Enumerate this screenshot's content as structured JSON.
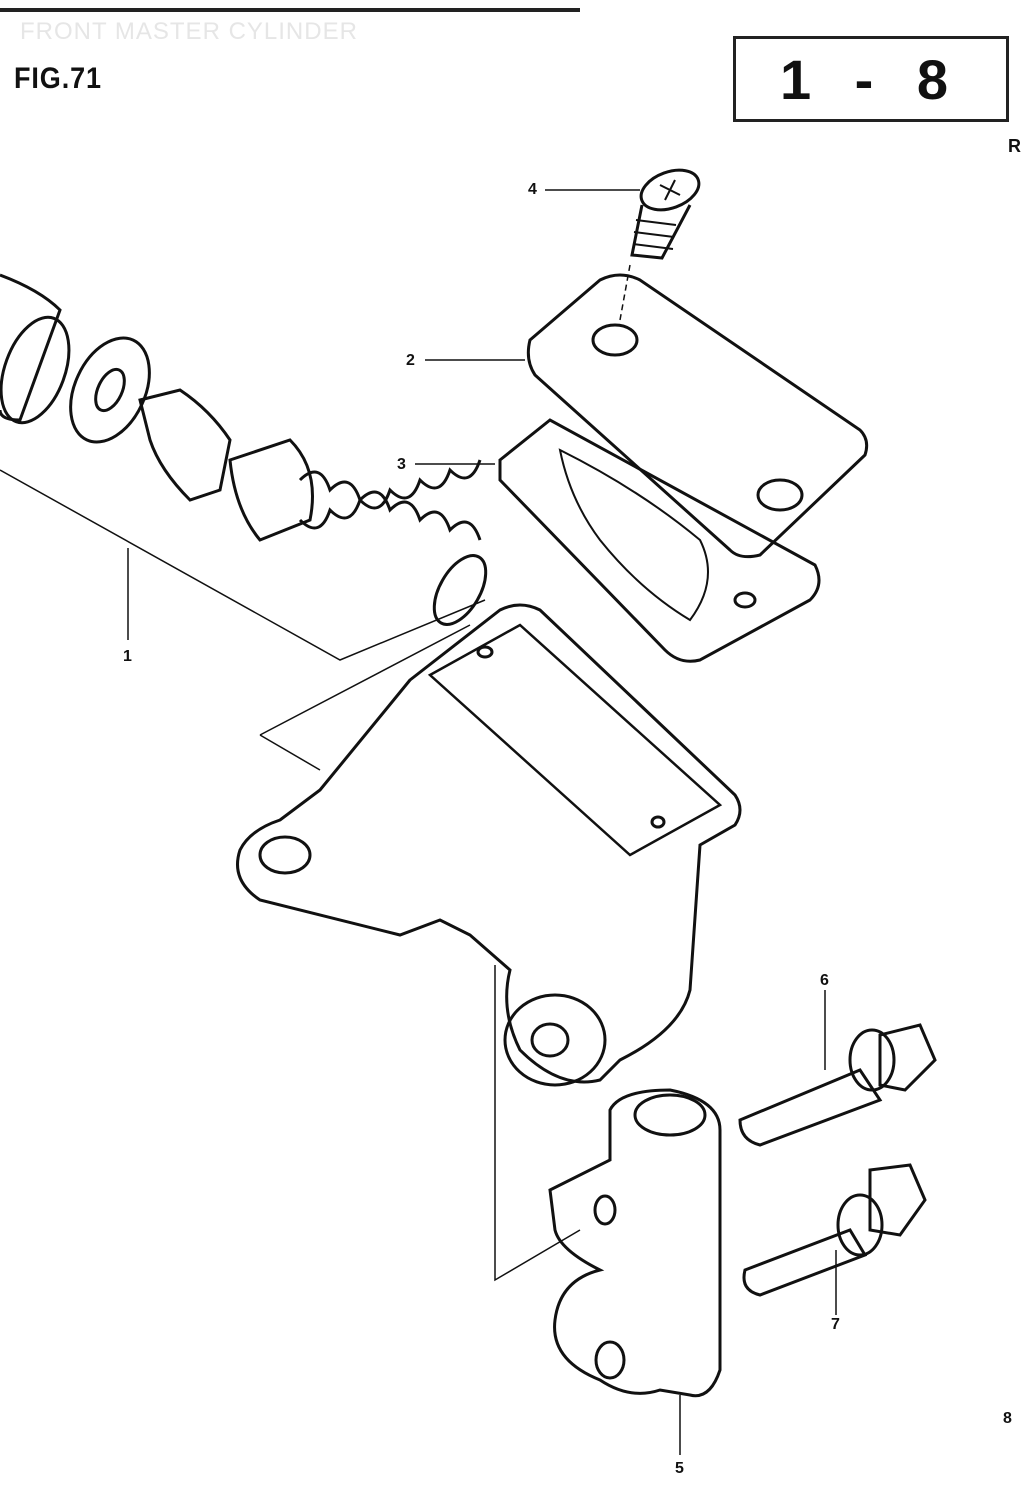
{
  "header": {
    "subtitle": "FRONT MASTER CYLINDER",
    "figure": "FIG.71",
    "page_ref": "1 - 8",
    "edge_mark": "R"
  },
  "callouts": [
    "1",
    "2",
    "3",
    "4",
    "5",
    "6",
    "7",
    "8"
  ]
}
